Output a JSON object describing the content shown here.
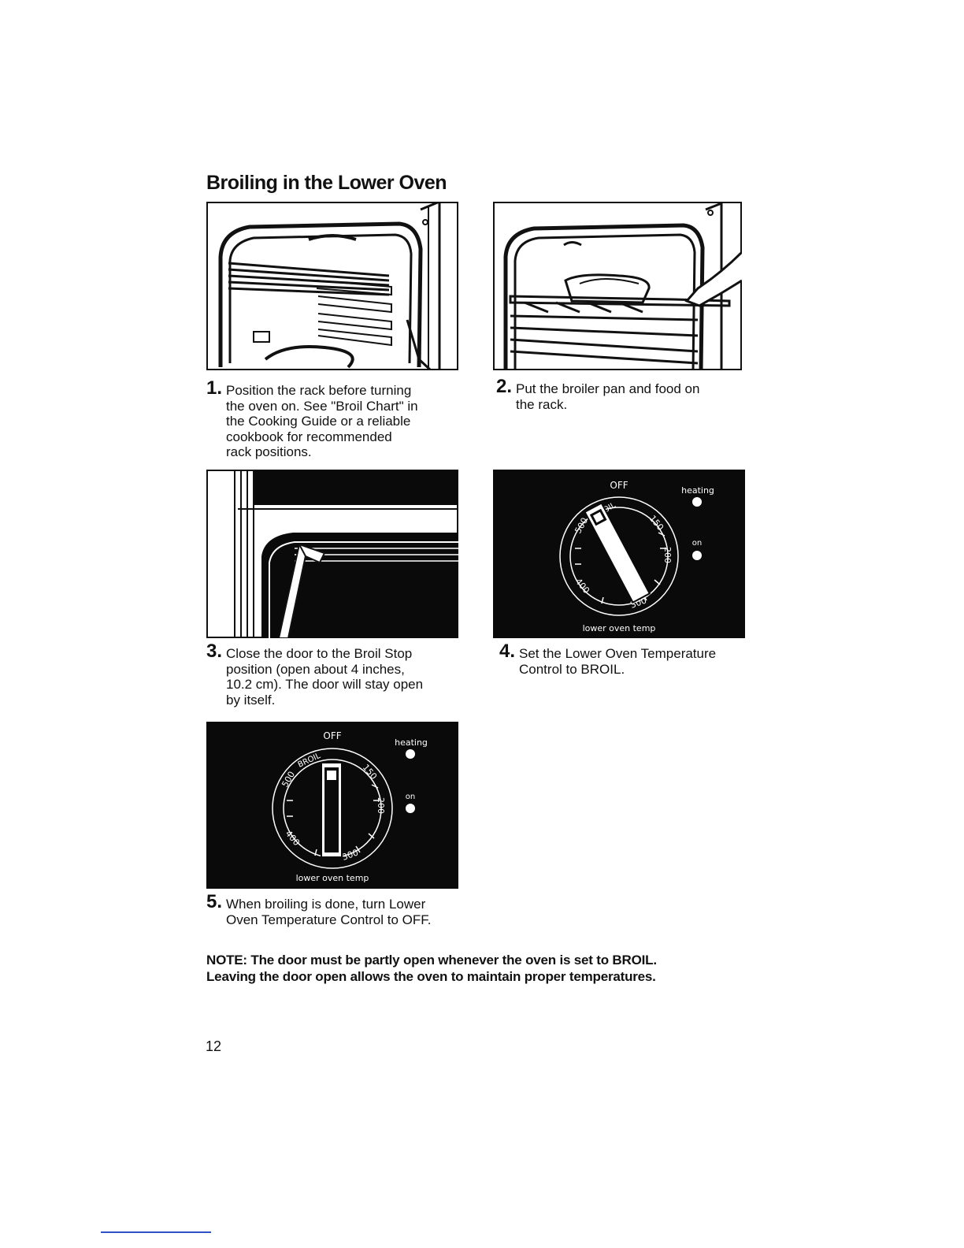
{
  "page": {
    "title": "Broiling in the Lower Oven",
    "page_number": "12"
  },
  "steps": [
    {
      "number": "1.",
      "text": "Position the rack before turning\nthe oven on. See \"Broil Chart\" in\nthe Cooking Guide or a reliable\ncookbook for recommended\nrack positions."
    },
    {
      "number": "2.",
      "text": "Put the broiler pan and food on\nthe rack."
    },
    {
      "number": "3.",
      "text": "Close the door to the Broil Stop\nposition (open about 4 inches,\n10.2 cm). The door will stay open\nby itself."
    },
    {
      "number": "4.",
      "text": "Set the Lower Oven Temperature\nControl to BROIL."
    },
    {
      "number": "5.",
      "text": "When broiling is done, turn Lower\nOven Temperature Control to OFF."
    }
  ],
  "note": "NOTE: The door must be partly open whenever the oven is set to BROIL.\nLeaving the door open allows the oven to maintain proper temperatures.",
  "dial_panel_a": {
    "off": "OFF",
    "broil": "BROIL",
    "heating": "heating",
    "on": "on",
    "caption": "lower oven temp",
    "marks": [
      "500",
      "150",
      "200",
      "400",
      "300"
    ]
  },
  "dial_panel_b": {
    "off": "OFF",
    "broil": "BROIL",
    "heating": "heating",
    "on": "on",
    "caption": "lower oven temp",
    "marks": [
      "500",
      "150",
      "200",
      "400",
      "300"
    ]
  },
  "colors": {
    "panel_background": "#0a0a0a",
    "ink": "#111111",
    "paper": "#ffffff"
  }
}
